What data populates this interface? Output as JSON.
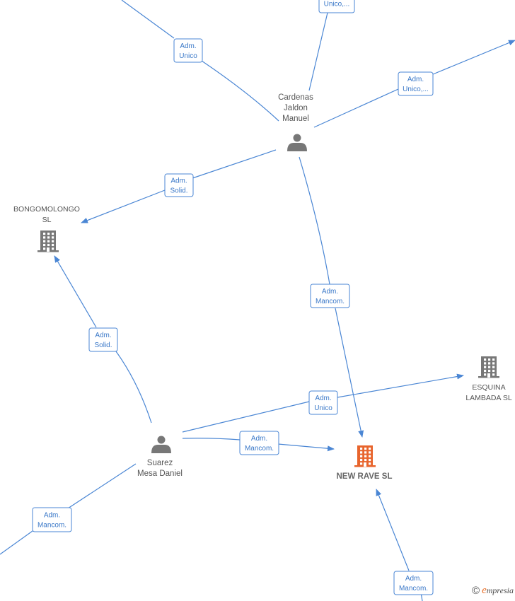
{
  "nodes": [
    {
      "id": "cardenas",
      "kind": "person",
      "lines": [
        "Cardenas",
        "Jaldon",
        "Manuel"
      ],
      "color": "#777777"
    },
    {
      "id": "suarez",
      "kind": "person",
      "lines": [
        "Suarez",
        "Mesa Daniel"
      ],
      "color": "#777777"
    },
    {
      "id": "bongomolongo",
      "kind": "company",
      "lines": [
        "BONGOMOLONGO",
        "SL"
      ],
      "color": "#777777"
    },
    {
      "id": "esquina",
      "kind": "company",
      "lines": [
        "ESQUINA",
        "LAMBADA  SL"
      ],
      "color": "#777777"
    },
    {
      "id": "newrave",
      "kind": "company-main",
      "lines": [
        "NEW RAVE  SL"
      ],
      "color": "#e8642c"
    }
  ],
  "edges": [
    {
      "id": "e-top-left",
      "label": [
        "Adm.",
        "Unico"
      ]
    },
    {
      "id": "e-top-center",
      "label": [
        "Unico,..."
      ]
    },
    {
      "id": "e-top-right",
      "label": [
        "Adm.",
        "Unico,..."
      ]
    },
    {
      "id": "e-cardenas-bongo",
      "label": [
        "Adm.",
        "Solid."
      ]
    },
    {
      "id": "e-cardenas-newrave",
      "label": [
        "Adm.",
        "Mancom."
      ]
    },
    {
      "id": "e-suarez-bongo",
      "label": [
        "Adm.",
        "Solid."
      ]
    },
    {
      "id": "e-suarez-esquina",
      "label": [
        "Adm.",
        "Unico"
      ]
    },
    {
      "id": "e-suarez-newrave",
      "label": [
        "Adm.",
        "Mancom."
      ]
    },
    {
      "id": "e-suarez-bottomleft",
      "label": [
        "Adm.",
        "Mancom."
      ]
    },
    {
      "id": "e-bottom-newrave",
      "label": [
        "Adm.",
        "Mancom."
      ]
    }
  ],
  "brand": {
    "copyright": "©",
    "first_letter": "e",
    "rest": "mpresia"
  },
  "colors": {
    "edge": "#4a86d4",
    "label_text": "#3a78c8",
    "main_company": "#e8642c",
    "node_icon": "#777777"
  }
}
